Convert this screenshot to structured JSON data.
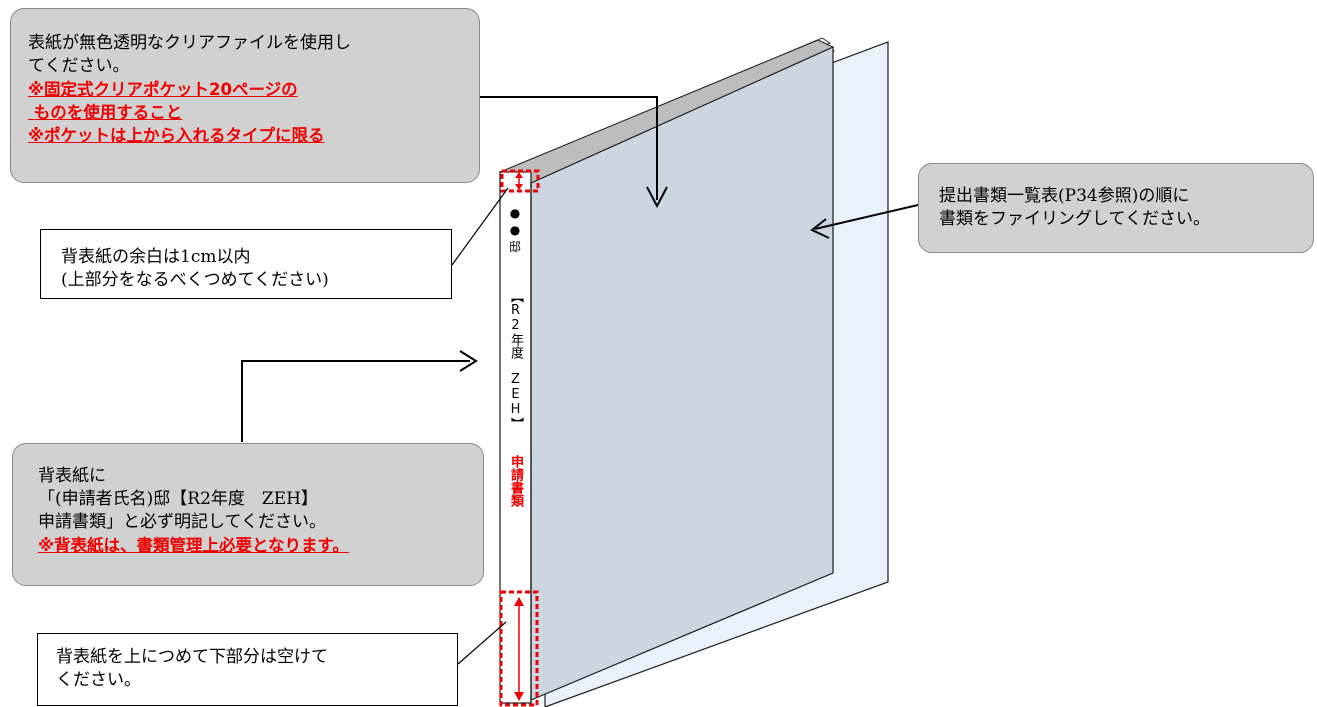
{
  "callout_top_left": {
    "lines": [
      "表紙が無色透明なクリアファイルを使用し",
      "てください。"
    ],
    "red_lines": [
      "※固定式クリアポケット20ページの",
      " ものを使用すること",
      "※ポケットは上から入れるタイプに限る"
    ]
  },
  "callout_right": {
    "lines": [
      "提出書類一覧表(P34参照)の順に",
      "書類をファイリングしてください。"
    ]
  },
  "callout_margin": {
    "lines": [
      "背表紙の余白は1cm以内",
      "(上部分をなるべくつめてください)"
    ]
  },
  "callout_spine_label": {
    "lines": [
      "背表紙に",
      "「(申請者氏名)邸【R2年度　ZEH】",
      "申請書類」と必ず明記してください。"
    ],
    "red_line": "※背表紙は、書類管理上必要となります。"
  },
  "callout_bottom": {
    "lines": [
      "背表紙を上につめて下部分は空けて",
      "ください。"
    ]
  },
  "spine": {
    "owner": "●\n●\n邸",
    "main": "【R2年度　ZEH】",
    "red": "申請書類"
  },
  "colors": {
    "red_accent": "#ee0000",
    "callout_gray": "#d1d1d1",
    "binder_cover": "#cbd6e1",
    "pocket_sheet": "#e9f1fb"
  }
}
